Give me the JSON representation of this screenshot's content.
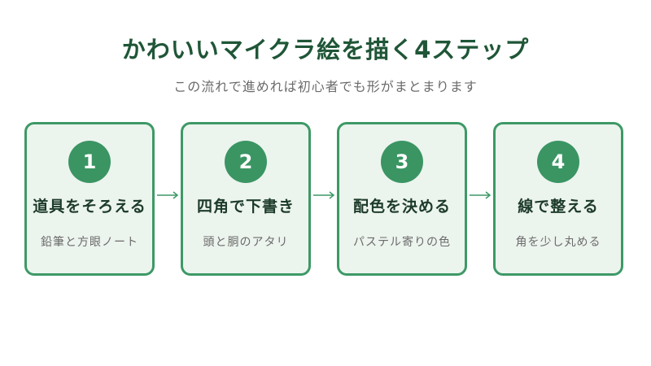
{
  "title": "かわいいマイクラ絵を描く4ステップ",
  "subtitle": "この流れで進めれば初心者でも形がまとまります",
  "colors": {
    "accent": "#3a9563",
    "border": "#3d9966",
    "card_bg": "#ecf4ee",
    "title": "#1f5637",
    "muted": "#6b6b6b"
  },
  "steps": [
    {
      "number": "1",
      "title": "道具をそろえる",
      "description": "鉛筆と方眼ノート"
    },
    {
      "number": "2",
      "title": "四角で下書き",
      "description": "頭と胴のアタリ"
    },
    {
      "number": "3",
      "title": "配色を決める",
      "description": "パステル寄りの色"
    },
    {
      "number": "4",
      "title": "線で整える",
      "description": "角を少し丸める"
    }
  ]
}
